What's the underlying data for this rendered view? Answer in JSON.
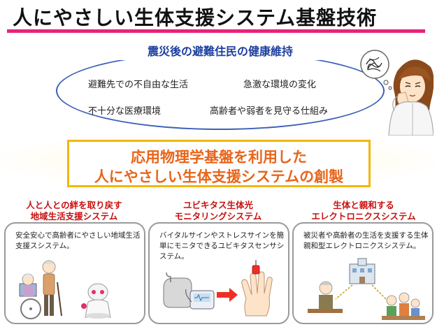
{
  "title": "人にやさしい生体支援システム基盤技術",
  "colors": {
    "title_rule": "#e8227a",
    "ellipse_border": "#3b5fb8",
    "ellipse_title": "#1d3f9e",
    "center_border": "#f2b707",
    "center_text": "#e8651a",
    "column_title": "#c81010",
    "card_border": "#9a9a9a"
  },
  "problem": {
    "title": "震災後の避難住民の健康維持",
    "issues": [
      "避難先での不自由な生活",
      "急激な環境の変化",
      "不十分な医療環境",
      "高齢者や弱者を見守る仕組み"
    ]
  },
  "goal": {
    "line1": "応用物理学基盤を利用した",
    "line2": "人にやさしい生体支援システムの創製"
  },
  "columns": [
    {
      "title_line1": "人と人との絆を取り戻す",
      "title_line2": "地域生活支援システム",
      "description": "安全安心で高齢者にやさしい地域生活支援スシステム。",
      "illustration": "elderly-care-robot-illustration"
    },
    {
      "title_line1": "ユビキタス生体光",
      "title_line2": "モニタリングシステム",
      "description": "バイタルサインやストレスサインを簡単にモニタできるユビキタスセンサシステム。",
      "illustration": "vital-sensor-illustration"
    },
    {
      "title_line1": "生体と親和する",
      "title_line2": "エレクトロニクスシステム",
      "description": "被災者や高齢者の生活を支援する生体親和型エレクトロニクスシステム。",
      "illustration": "community-support-illustration"
    }
  ],
  "icons": {
    "worried_woman": "worried-woman-icon",
    "tangled_thought": "tangled-thought-icon"
  }
}
